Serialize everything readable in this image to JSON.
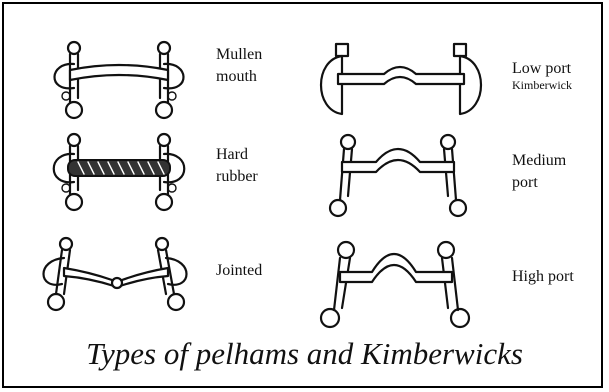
{
  "bits": [
    {
      "name": "mullen-mouth",
      "label_line1": "Mullen",
      "label_line2": "mouth"
    },
    {
      "name": "hard-rubber",
      "label_line1": "Hard",
      "label_line2": "rubber"
    },
    {
      "name": "jointed",
      "label_line1": "Jointed"
    },
    {
      "name": "low-port-kimberwick",
      "label_line1": "Low port",
      "label_line2": "Kimberwick"
    },
    {
      "name": "medium-port",
      "label_line1": "Medium",
      "label_line2": "port"
    },
    {
      "name": "high-port",
      "label_line1": "High port"
    }
  ],
  "caption": "Types of pelhams and Kimberwicks"
}
